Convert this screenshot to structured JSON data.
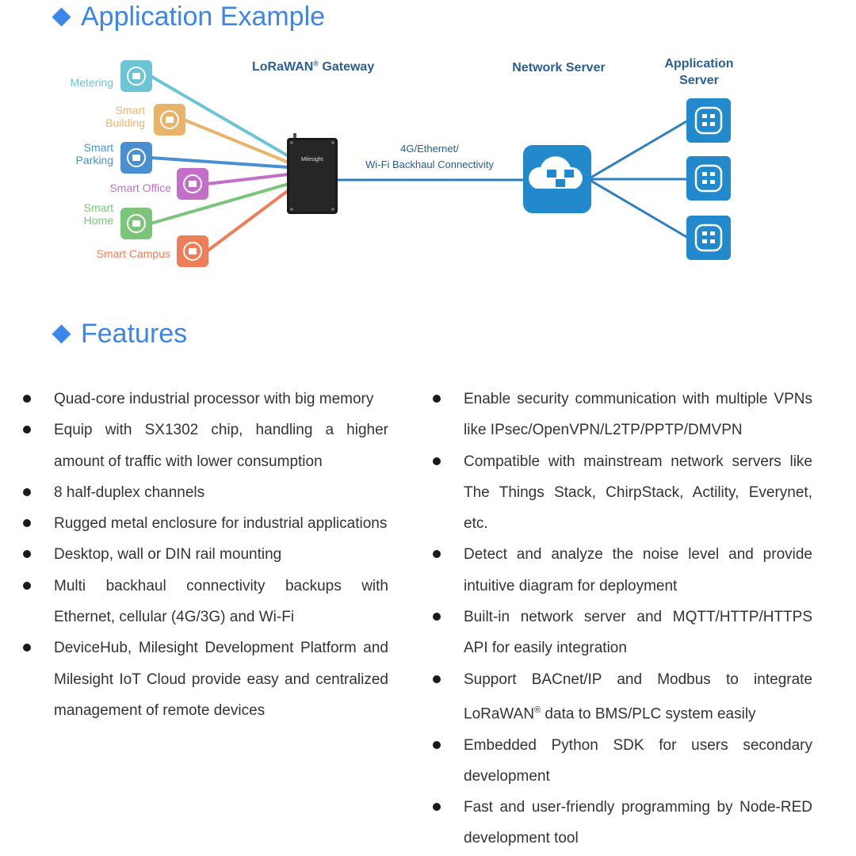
{
  "application_example": {
    "title": "Application Example",
    "gateway_label": "LoRaWAN",
    "gateway_label_suffix": "Gateway",
    "gateway_brand": "Milesight",
    "network_label": "Network Server",
    "app_server_label": [
      "Application",
      "Server"
    ],
    "backhaul_label": [
      "4G/Ethernet/",
      "Wi-Fi Backhaul Connectivity"
    ],
    "devices": [
      {
        "lines": [
          "Metering"
        ],
        "color": "#6cc5d6",
        "icon": "meter-icon"
      },
      {
        "lines": [
          "Smart",
          "Building"
        ],
        "color": "#e8b46c",
        "icon": "building-icon"
      },
      {
        "lines": [
          "Smart",
          "Parking"
        ],
        "color": "#4b8fd3",
        "icon": "parking-icon"
      },
      {
        "lines": [
          "Smart Office"
        ],
        "color": "#c36fc7",
        "icon": "office-icon"
      },
      {
        "lines": [
          "Smart",
          "Home"
        ],
        "color": "#7cc47a",
        "icon": "home-icon"
      },
      {
        "lines": [
          "Smart Campus"
        ],
        "color": "#ee7e5a",
        "icon": "campus-icon"
      }
    ]
  },
  "features": {
    "title": "Features",
    "left": [
      "Quad-core industrial processor with big memory",
      "Equip with SX1302 chip, handling a higher amount of traffic with lower consumption",
      "8 half-duplex channels",
      "Rugged metal enclosure for industrial applications",
      "Desktop, wall or DIN rail mounting",
      "Multi backhaul connectivity backups with Ethernet, cellular (4G/3G) and Wi-Fi",
      "DeviceHub, Milesight Development Platform and Milesight IoT Cloud provide easy and centralized management of remote devices"
    ],
    "right": [
      "Enable security communication with multiple VPNs like IPsec/OpenVPN/L2TP/PPTP/DMVPN",
      "Compatible with mainstream network servers like The Things Stack, ChirpStack, Actility, Everynet, etc.",
      "Detect and analyze the noise level and provide intuitive diagram for deployment",
      "Built-in network server and MQTT/HTTP/HTTPS API for easily integration",
      {
        "before": "Support BACnet/IP and Modbus to integrate LoRaWAN",
        "sup": "®",
        "after": " data to BMS/PLC system easily"
      },
      "Embedded Python SDK for users secondary development",
      "Fast and user-friendly programming by Node-RED development tool"
    ]
  }
}
